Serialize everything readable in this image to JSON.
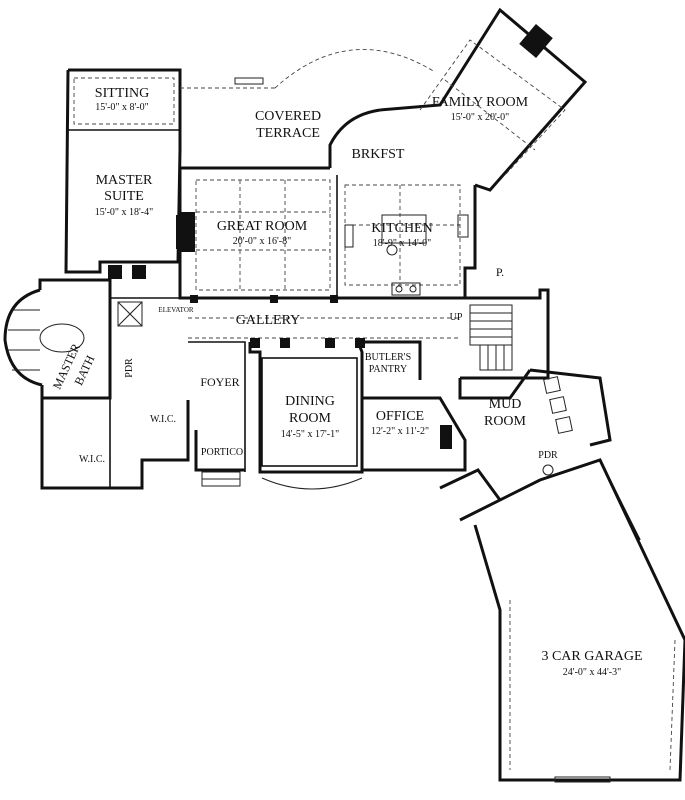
{
  "rooms": {
    "sitting": {
      "name": "SITTING",
      "dims": "15'-0\" x 8'-0\""
    },
    "covered_terrace": {
      "line1": "COVERED",
      "line2": "TERRACE"
    },
    "family_room": {
      "name": "FAMILY ROOM",
      "dims": "15'-0\" x 20'-0\""
    },
    "brkfst": {
      "name": "BRKFST"
    },
    "master_suite": {
      "line1": "MASTER",
      "line2": "SUITE",
      "dims": "15'-0\" x 18'-4\""
    },
    "great_room": {
      "name": "GREAT ROOM",
      "dims": "20'-0\" x 16'-8\""
    },
    "kitchen": {
      "name": "KITCHEN",
      "dims": "18'-9\" x 14'-0\""
    },
    "pantry_p": {
      "name": "P."
    },
    "elevator": {
      "name": "ELEVATOR"
    },
    "gallery": {
      "name": "GALLERY"
    },
    "up": {
      "name": "UP"
    },
    "master_bath": {
      "line1": "MASTER",
      "line2": "BATH"
    },
    "pdr_left": {
      "name": "PDR"
    },
    "foyer": {
      "name": "FOYER"
    },
    "butlers_pantry": {
      "line1": "BUTLER'S",
      "line2": "PANTRY"
    },
    "dining_room": {
      "line1": "DINING",
      "line2": "ROOM",
      "dims": "14'-5\" x 17'-1\""
    },
    "office": {
      "name": "OFFICE",
      "dims": "12'-2\" x 11'-2\""
    },
    "mud_room": {
      "line1": "MUD",
      "line2": "ROOM"
    },
    "wic_center": {
      "name": "W.I.C."
    },
    "wic_left": {
      "name": "W.I.C."
    },
    "portico": {
      "name": "PORTICO"
    },
    "pdr_right": {
      "name": "PDR"
    },
    "garage": {
      "name": "3 CAR GARAGE",
      "dims": "24'-0\" x 44'-3\""
    }
  }
}
